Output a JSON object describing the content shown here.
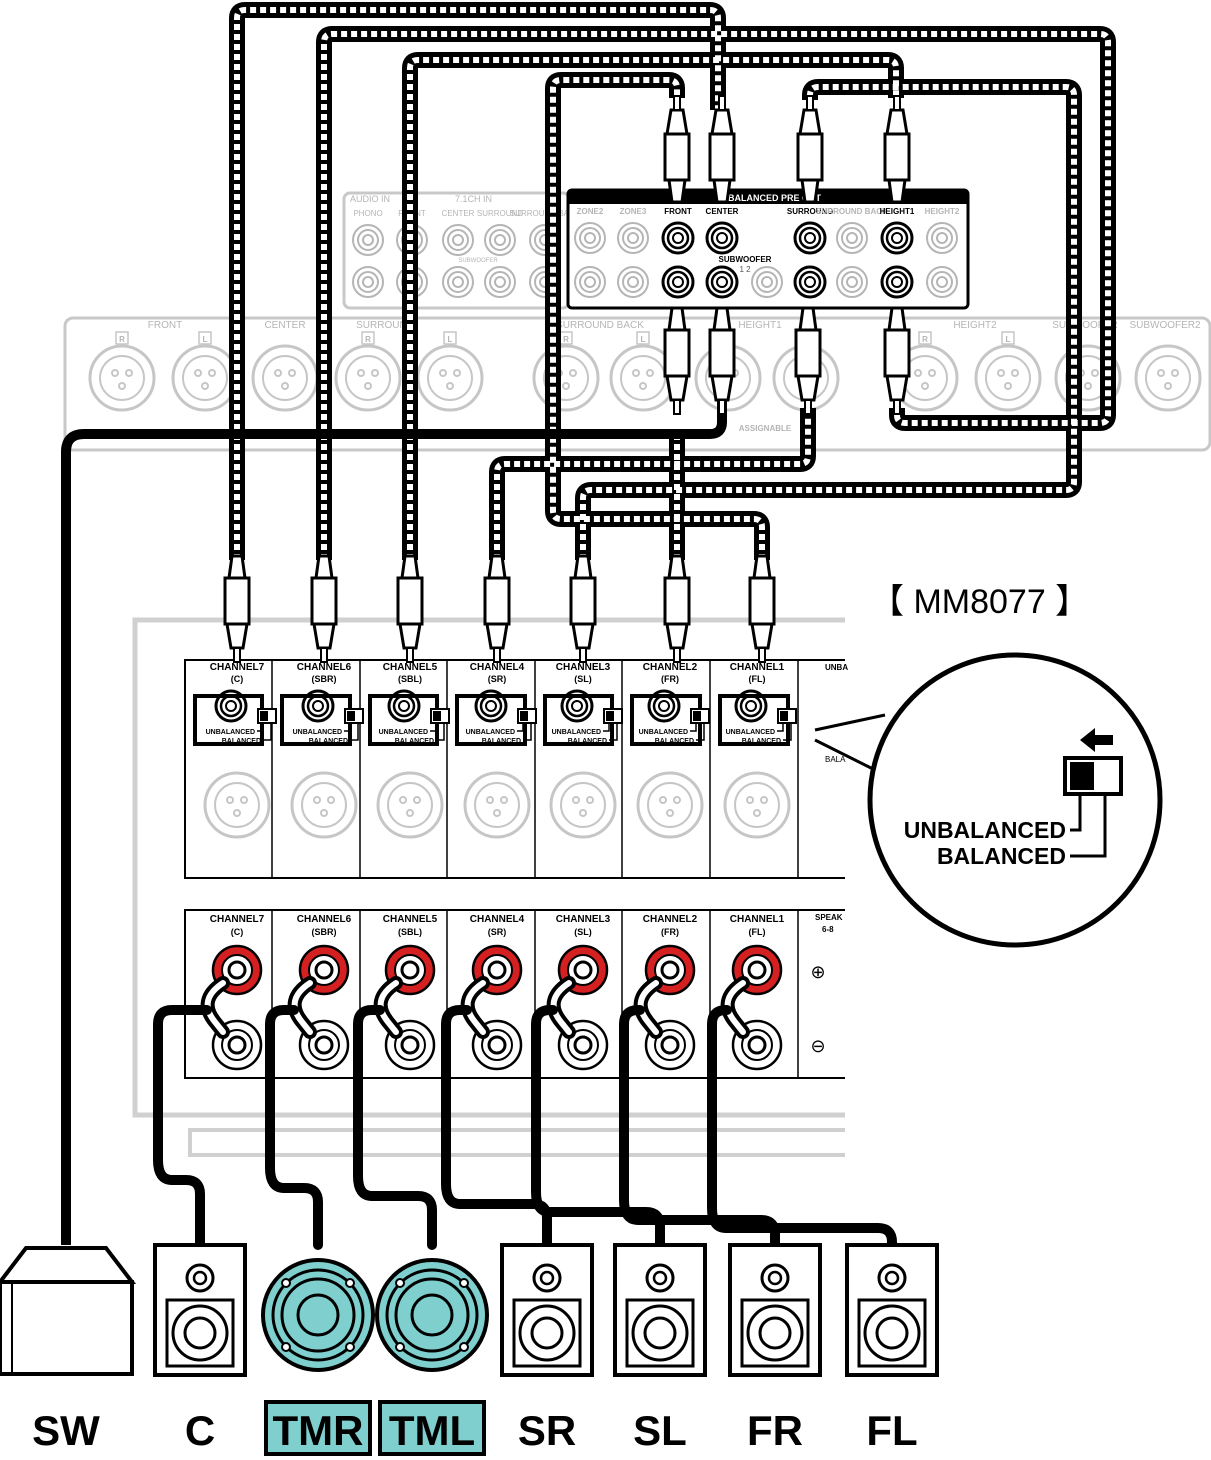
{
  "model_label": "【 MM8077 】",
  "receiver": {
    "audio_in_label": "AUDIO IN",
    "ch71_in_label": "7.1CH IN",
    "audio_in_cols": [
      "PHONO",
      "FRONT",
      "CENTER",
      "SURROUND",
      "SURROUND BACK"
    ],
    "subwoofer_small": "SUBWOOFER",
    "preout_title": "UNBALANCED PRE OUT",
    "preout_cols": [
      "ZONE2",
      "ZONE3",
      "FRONT",
      "CENTER",
      "SURROUND",
      "SURROUND BACK",
      "HEIGHT1",
      "HEIGHT2"
    ],
    "preout_subwoofer": "SUBWOOFER",
    "preout_sub_nums": "1 2",
    "xlr_labels": [
      "FRONT",
      "CENTER",
      "SURROUND",
      "SURROUND BACK",
      "HEIGHT1",
      "HEIGHT2",
      "SUBWOOFER",
      "SUBWOOFER2"
    ],
    "xlr_r": "R",
    "xlr_l": "L",
    "assignable": "ASSIGNABLE"
  },
  "amp": {
    "channels": [
      {
        "name": "CHANNEL7",
        "abbr": "(C)"
      },
      {
        "name": "CHANNEL6",
        "abbr": "(SBR)"
      },
      {
        "name": "CHANNEL5",
        "abbr": "(SBL)"
      },
      {
        "name": "CHANNEL4",
        "abbr": "(SR)"
      },
      {
        "name": "CHANNEL3",
        "abbr": "(SL)"
      },
      {
        "name": "CHANNEL2",
        "abbr": "(FR)"
      },
      {
        "name": "CHANNEL1",
        "abbr": "(FL)"
      }
    ],
    "unbalanced": "UNBALANCED",
    "balanced": "BALANCED",
    "partial_unbal": "UNBA",
    "partial_bal": "BALA",
    "speaker_partial": "SPEAK",
    "speaker_partial2": "6-8",
    "plus": "⊕",
    "minus": "⊖"
  },
  "switch_callout": {
    "unbalanced": "UNBALANCED",
    "balanced": "BALANCED",
    "arrow_icon": "left-arrow-icon"
  },
  "speakers": [
    {
      "label": "SW",
      "type": "subwoofer",
      "highlight": false
    },
    {
      "label": "C",
      "type": "box",
      "highlight": false
    },
    {
      "label": "TMR",
      "type": "ceiling",
      "highlight": true
    },
    {
      "label": "TML",
      "type": "ceiling",
      "highlight": true
    },
    {
      "label": "SR",
      "type": "box",
      "highlight": false
    },
    {
      "label": "SL",
      "type": "box",
      "highlight": false
    },
    {
      "label": "FR",
      "type": "box",
      "highlight": false
    },
    {
      "label": "FL",
      "type": "box",
      "highlight": false
    }
  ],
  "colors": {
    "highlight": "#7fcfcf",
    "terminal_red": "#d42020",
    "panel_gray": "#c8c8c8"
  }
}
